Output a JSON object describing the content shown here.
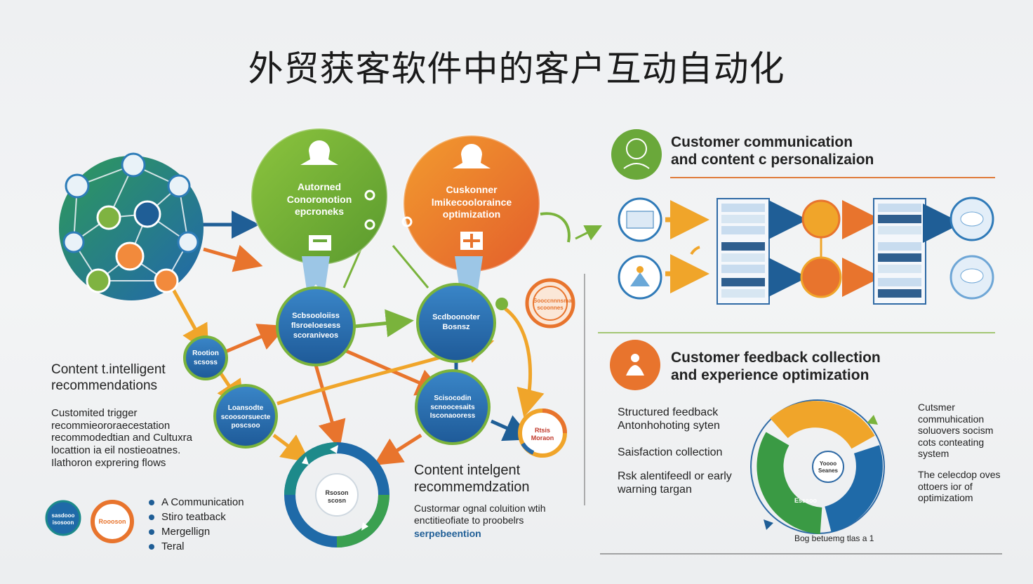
{
  "title": "外贸获客软件中的客户互动自动化",
  "nodes": {
    "green_big": "Autorned Conoronotion epcroneks",
    "orange_big": "Cuskonner lmikecooloraince optimization",
    "blue_mid1": "Scbsooloiiss flsroeloesess scoraniveos",
    "blue_mid2": "Scdboonoter Bosnsz",
    "blue_low1": "Loansodte scoosorsuecte poscsoo",
    "blue_low2": "Scisocodin scnoocesaits Isconaooress",
    "small_left": "Rootion scsoss",
    "orange_ring": "Sooccnnnsmas scoonnes",
    "cycle_center": "Rsoson scosn",
    "orange_small_low": "Rtsis Moraon",
    "legend_blue": "sasdooo isosoon",
    "legend_orange": "Roooson",
    "feedback_center": "Yoooo Seanes",
    "feedback_small": "Esssoo"
  },
  "left_panel": {
    "heading": "Content t.intelligent recommendations",
    "body": "Customited trigger recommieororaecestation recommodedtian and Cultuxra locattion ia eil nostieoatnes. Ilathoron exprering flows"
  },
  "center_panel": {
    "heading": "Content intelgent recommemdzation",
    "body": "Custormar ognal coluition wtih enctitieofiate to proobelrs",
    "link": "serpebeention"
  },
  "legend": [
    "A Communication",
    "Stiro teatback",
    "Mergellign",
    "Teral"
  ],
  "right_top": {
    "heading": "Customer communication and content c personalizaion"
  },
  "right_bottom": {
    "heading": "Customer feedback collection and experience optimization",
    "items": [
      "Structured feedback Antonhohoting syten",
      "Saisfaction collection",
      "Rsk alentifeedl or early warning targan"
    ],
    "side_text": [
      "Cutsmer commuhication soluovers socism cots conteating system",
      "The celecdop oves ottoers ior of optimizatiom"
    ],
    "bottom_label": "Bog betuemg tlas a 1"
  },
  "colors": {
    "green": "#6aa83a",
    "orange": "#ea7a2f",
    "blue": "#2669a8",
    "teal": "#1d8a8a",
    "yellow": "#f2a81e",
    "navy": "#164c85"
  }
}
